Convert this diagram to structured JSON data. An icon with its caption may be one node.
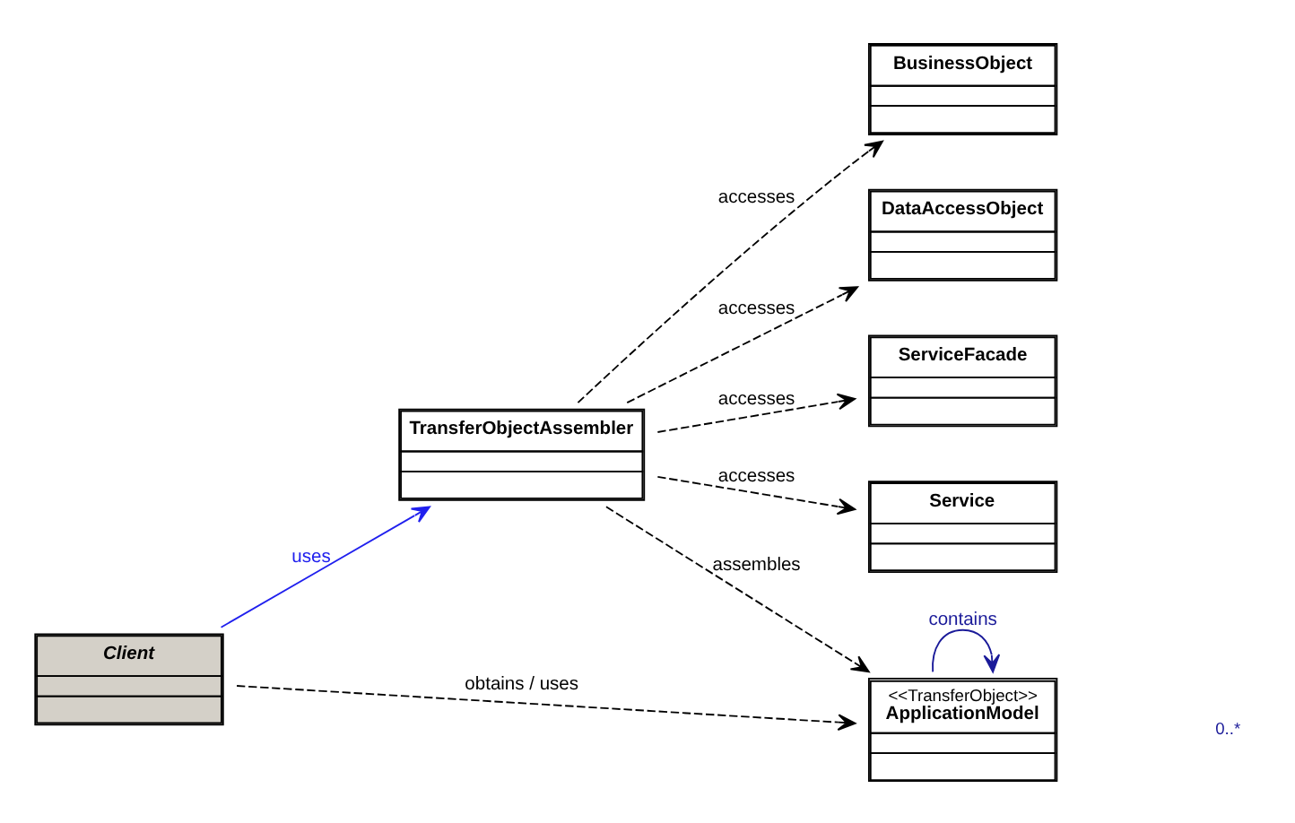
{
  "diagram": {
    "nodes": [
      {
        "text": [
          "Client"
        ]
      },
      {
        "text": [
          "TransferObjectAssembler"
        ]
      },
      {
        "text": [
          "BusinessObject"
        ]
      },
      {
        "text": [
          "DataAccessObject"
        ]
      },
      {
        "text": [
          "ServiceFacade"
        ]
      },
      {
        "text": [
          "Service"
        ]
      },
      {
        "text": [
          "<<TransferObject>>",
          "ApplicationModel"
        ]
      }
    ],
    "edges": [
      {
        "from": 0,
        "to": 1,
        "arrow": "to",
        "label": "uses",
        "color": "#2020ee"
      },
      {
        "from": 1,
        "to": 2,
        "arrow": "to",
        "label": "accesses",
        "style": "dashed"
      },
      {
        "from": 1,
        "to": 3,
        "arrow": "to",
        "label": "accesses",
        "style": "dashed"
      },
      {
        "from": 1,
        "to": 4,
        "arrow": "to",
        "label": "accesses",
        "style": "dashed"
      },
      {
        "from": 1,
        "to": 5,
        "arrow": "to",
        "label": "accesses",
        "style": "dashed"
      },
      {
        "from": 1,
        "to": 6,
        "arrow": "to",
        "label": "assembles",
        "style": "dashed"
      },
      {
        "from": 0,
        "to": 6,
        "arrow": "to",
        "label": "obtains / uses",
        "style": "dashed"
      },
      {
        "from": 6,
        "to": 6,
        "arrow": "to",
        "label": "contains",
        "color": "#1a1a99"
      }
    ],
    "labels": [
      "0..*"
    ]
  }
}
